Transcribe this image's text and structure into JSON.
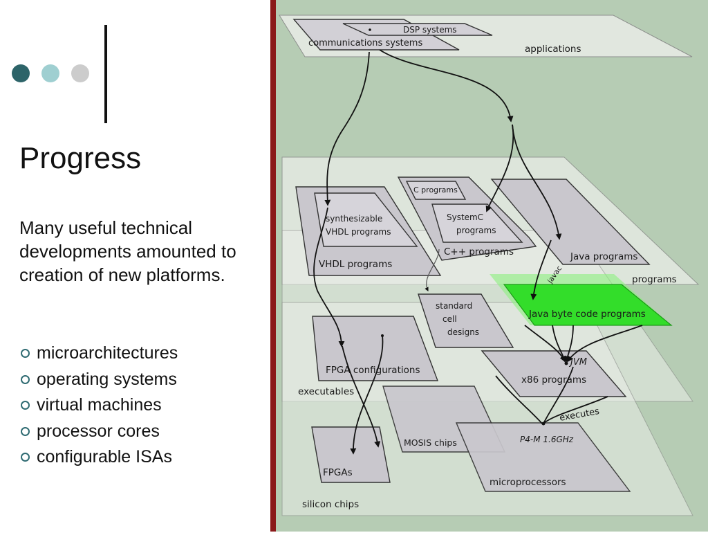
{
  "slide": {
    "title": "Progress",
    "intro": "Many useful technical developments amounted to creation of new platforms.",
    "bullets": [
      "microarchitectures",
      "operating systems",
      "virtual machines",
      "processor cores",
      "configurable ISAs"
    ],
    "colors": {
      "dot_dark": "#2d6469",
      "dot_mid": "#9fcfd1",
      "dot_light": "#cccccc",
      "divider": "#8a1a1a",
      "diagram_bg": "#b6ccb4",
      "highlight": "#33dd2a"
    }
  },
  "diagram": {
    "planes": {
      "applications": "applications",
      "programs": "programs",
      "executables": "executables",
      "silicon": "silicon chips"
    },
    "boxes": {
      "dsp": "DSP systems",
      "comms": "communications systems",
      "synth_line1": "synthesizable",
      "synth_line2": "VHDL programs",
      "vhdl": "VHDL programs",
      "cprog": "C programs",
      "systemc_line1": "SystemC",
      "systemc_line2": "programs",
      "cpp": "C++ programs",
      "java": "Java programs",
      "bytecode": "Java byte code programs",
      "std_line1": "standard",
      "std_line2": "cell",
      "std_line3": "designs",
      "fpgaconf": "FPGA configurations",
      "x86": "x86 programs",
      "mosis": "MOSIS chips",
      "fpgas": "FPGAs",
      "micro": "microprocessors"
    },
    "labels": {
      "javac": "javac",
      "jvm": "JVM",
      "executes": "executes",
      "p4m": "P4-M 1.6GHz"
    }
  }
}
